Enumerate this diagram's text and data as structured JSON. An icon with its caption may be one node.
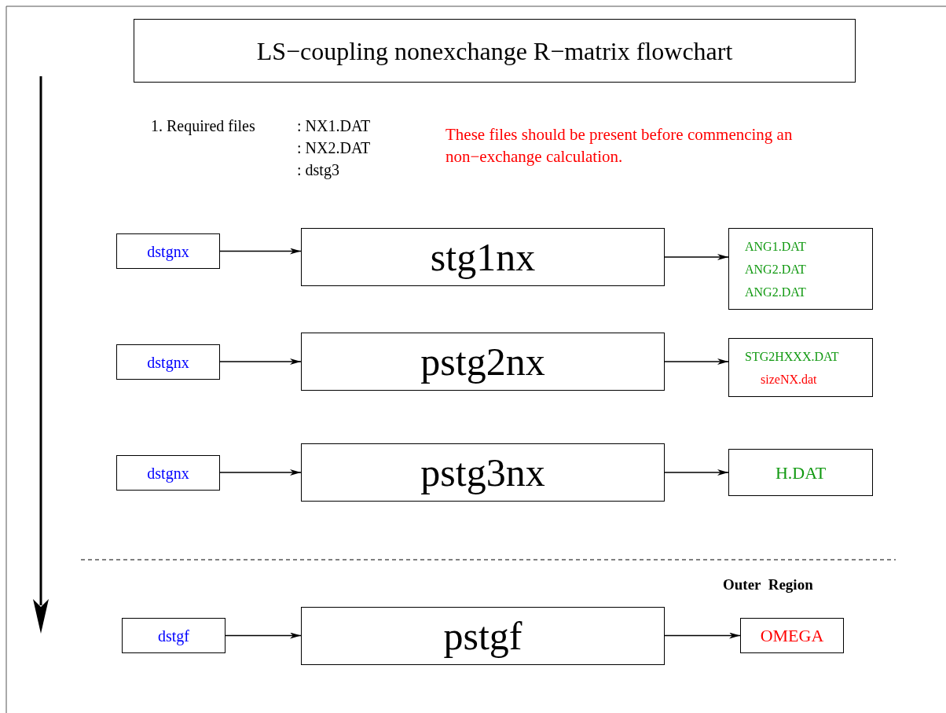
{
  "diagram": {
    "title": "LS−coupling nonexchange R−matrix flowchart",
    "nodes": [
      {
        "text": [
          "dstgnx"
        ]
      },
      {
        "text": [
          "stg1nx"
        ]
      },
      {
        "text": [
          "ANG1.DAT",
          "ANG2.DAT",
          "ANG2.DAT"
        ]
      },
      {
        "text": [
          "dstgnx"
        ]
      },
      {
        "text": [
          "pstg2nx"
        ]
      },
      {
        "text": [
          "STG2HXXX.DAT",
          "sizeNX.dat"
        ]
      },
      {
        "text": [
          "dstgnx"
        ]
      },
      {
        "text": [
          "pstg3nx"
        ]
      },
      {
        "text": [
          "H.DAT"
        ]
      },
      {
        "text": [
          "dstgf"
        ]
      },
      {
        "text": [
          "pstgf"
        ]
      },
      {
        "text": [
          "OMEGA"
        ]
      }
    ],
    "edges": [
      {
        "from": 0,
        "to": 1,
        "arrow": "to"
      },
      {
        "from": 1,
        "to": 2,
        "arrow": "to"
      },
      {
        "from": 3,
        "to": 4,
        "arrow": "to"
      },
      {
        "from": 4,
        "to": 5,
        "arrow": "to"
      },
      {
        "from": 6,
        "to": 7,
        "arrow": "to"
      },
      {
        "from": 7,
        "to": 8,
        "arrow": "to"
      },
      {
        "from": 9,
        "to": 10,
        "arrow": "to"
      },
      {
        "from": 10,
        "to": 11,
        "arrow": "to"
      }
    ],
    "labels": [
      "1. Required files",
      ": NX1.DAT",
      ": NX2.DAT",
      ": dstg3",
      "These files should be present before commencing an non−exchange calculation.",
      "Outer  Region"
    ]
  }
}
